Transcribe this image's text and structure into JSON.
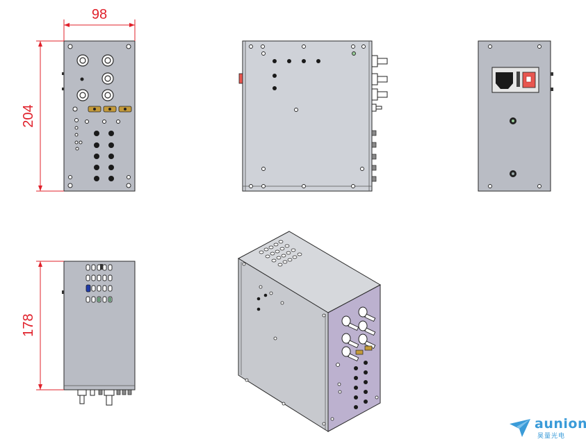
{
  "dimensions": {
    "front_width": "98",
    "front_height": "204",
    "bottom_depth": "178"
  },
  "logo": {
    "name": "aunion",
    "subtitle": "昊量光电",
    "icon": "paper-plane-icon"
  },
  "colors": {
    "panel": "#b9bcc4",
    "panel_light": "#cfd2d8",
    "panel_purple": "#bcb1cf",
    "outline": "#2a2a2a",
    "dimension": "#e0202a",
    "connector": "#c49a3a",
    "switch_red": "#e8564f",
    "logo_blue": "#3a9bd8"
  }
}
